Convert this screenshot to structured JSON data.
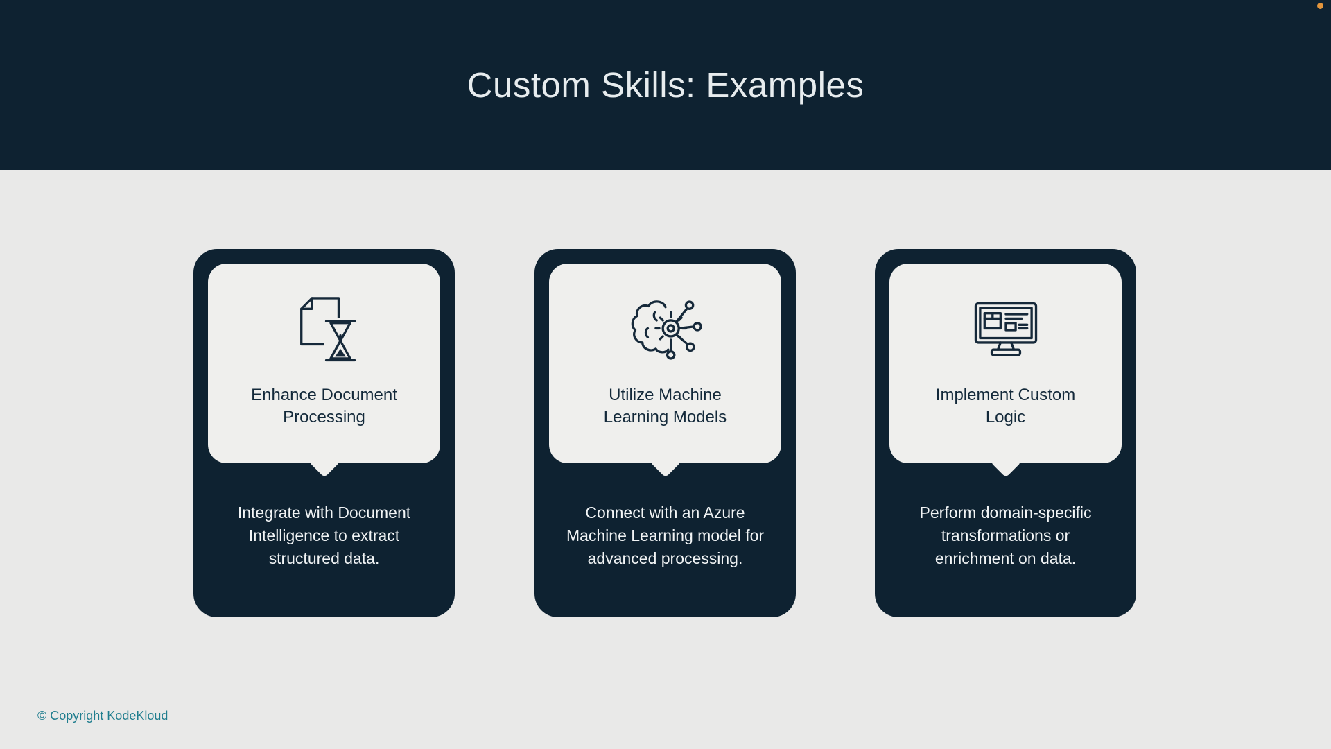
{
  "theme": {
    "bg": "#e9e9e8",
    "dark": "#0e2231",
    "panel": "#efefed",
    "text_on_dark": "#f1f4f5",
    "text_dark": "#13293a",
    "accent_teal": "#1f7d8e",
    "icon_stroke": "#16293a",
    "corner_dot": "#e2953c"
  },
  "header": {
    "title": "Custom Skills: Examples"
  },
  "cards": [
    {
      "icon": "document-hourglass-icon",
      "title": "Enhance Document Processing",
      "description": "Integrate with Document Intelligence to extract structured data."
    },
    {
      "icon": "brain-network-icon",
      "title": "Utilize Machine Learning Models",
      "description": "Connect with an Azure Machine Learning model for advanced processing."
    },
    {
      "icon": "monitor-package-icon",
      "title": "Implement Custom Logic",
      "description": "Perform domain-specific transformations or enrichment on data."
    }
  ],
  "footer": {
    "copyright": "© Copyright KodeKloud"
  }
}
